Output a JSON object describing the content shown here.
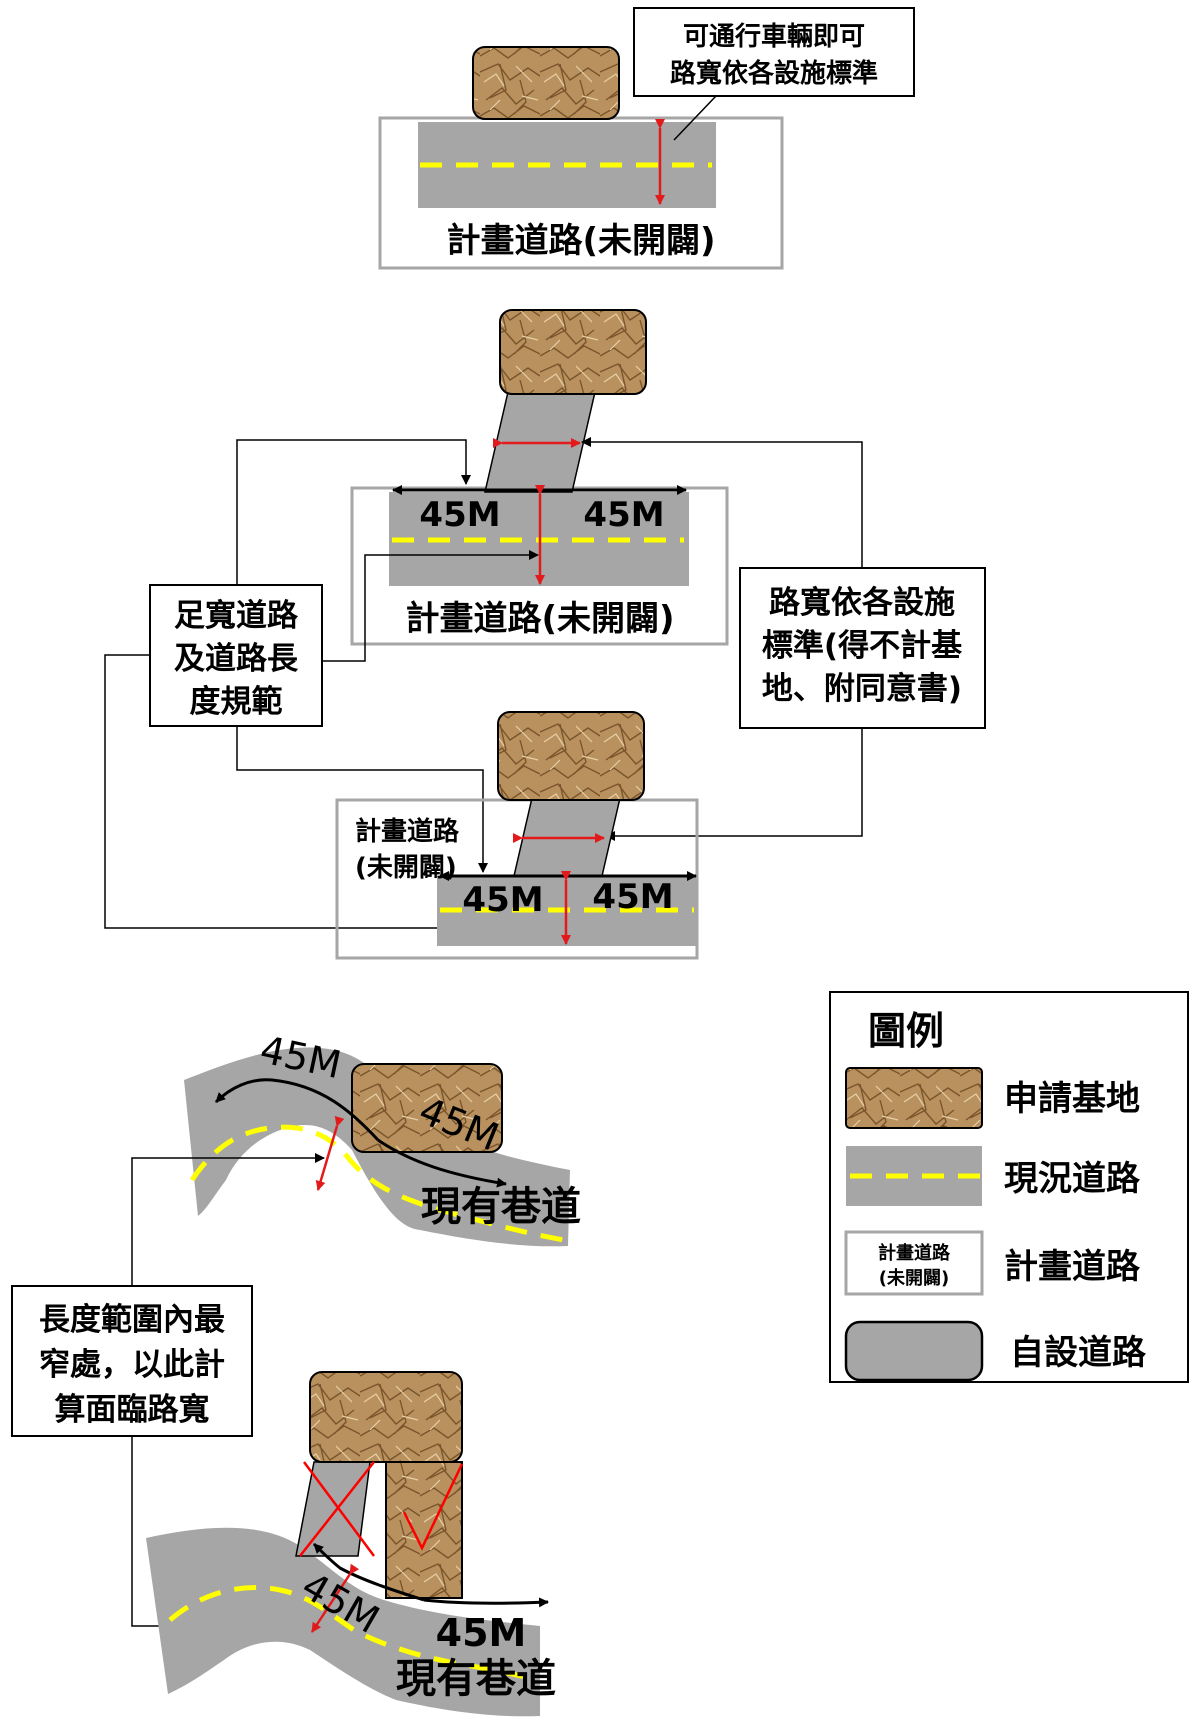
{
  "colors": {
    "road_gray": "#a6a6a6",
    "base_brown": "#b8915e",
    "base_brown_dark": "#8a6538",
    "center_dash_yellow": "#ffff00",
    "width_arrow_red": "#e31a1c",
    "frame_gray": "#a6a6a6",
    "accent_red": "#ff0000"
  },
  "diagram1": {
    "callout_line1": "可通行車輛即可",
    "callout_line2": "路寬依各設施標準",
    "road_label": "計畫道路(未開闢)"
  },
  "diagram2": {
    "left_length": "45M",
    "right_length": "45M",
    "road_label": "計畫道路(未開闢)"
  },
  "side_notes": {
    "left_line1": "足寬道路",
    "left_line2": "及道路長",
    "left_line3": "度規範",
    "right_line1": "路寬依各設施",
    "right_line2": "標準(得不計基",
    "right_line3": "地、附同意書)"
  },
  "diagram3": {
    "road_label_line1": "計畫道路",
    "road_label_line2": "(未開闢)",
    "left_length": "45M",
    "right_length": "45M"
  },
  "diagram4": {
    "left_length": "45M",
    "right_length": "45M",
    "alley_label": "現有巷道"
  },
  "note_bottom": {
    "line1": "長度範圍內最",
    "line2": "窄處，以此計",
    "line3": "算面臨路寬"
  },
  "diagram5": {
    "left_length": "45M",
    "right_length": "45M",
    "alley_label": "現有巷道"
  },
  "legend": {
    "title": "圖例",
    "items": [
      {
        "icon": "application-site-icon",
        "label": "申請基地"
      },
      {
        "icon": "existing-road-icon",
        "label": "現況道路"
      },
      {
        "icon": "planned-road-icon",
        "label": "計畫道路",
        "icon_text1": "計畫道路",
        "icon_text2": "(未開闢)"
      },
      {
        "icon": "self-built-road-icon",
        "label": "自設道路"
      }
    ]
  }
}
